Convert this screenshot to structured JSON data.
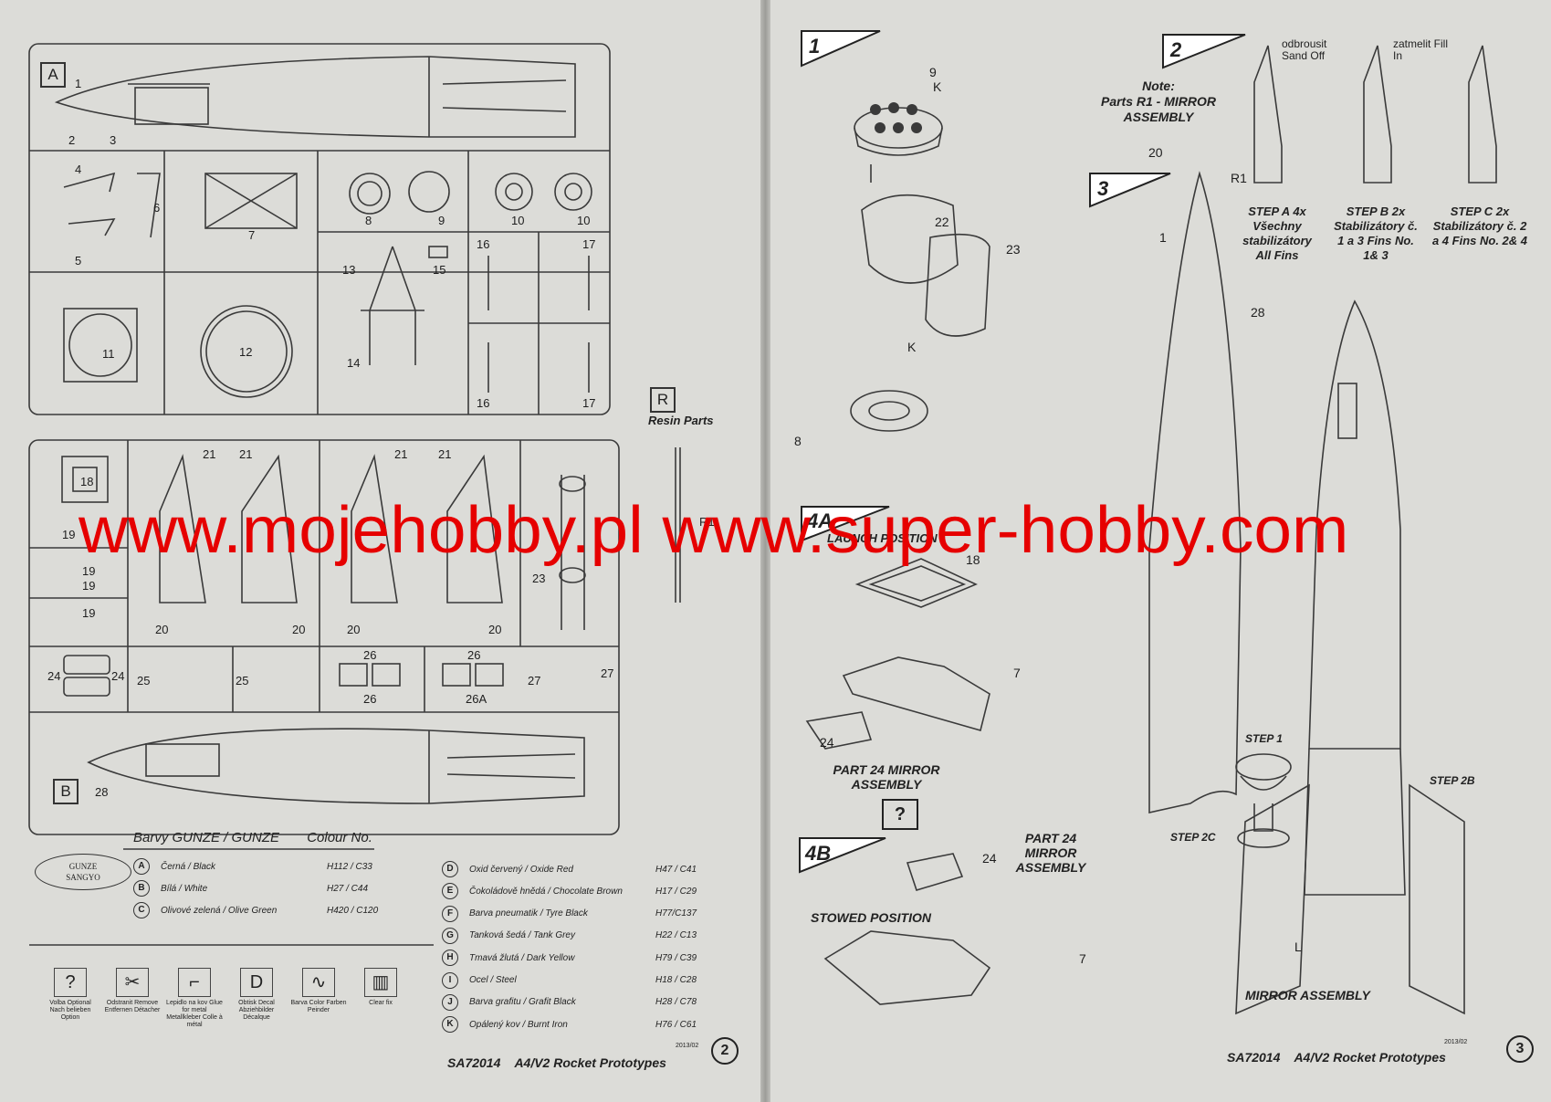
{
  "watermark": "www.mojehobby.pl www.super-hobby.com",
  "left_page": {
    "sprue_a_letter": "A",
    "sprue_b_letter": "B",
    "resin_letter": "R",
    "resin_label": "Resin Parts",
    "resin_part": "R1",
    "part_numbers": [
      "1",
      "2",
      "3",
      "4",
      "5",
      "6",
      "7",
      "8",
      "9",
      "10",
      "10",
      "11",
      "12",
      "13",
      "14",
      "15",
      "16",
      "17",
      "16",
      "17",
      "18",
      "19",
      "19",
      "19",
      "19",
      "20",
      "20",
      "20",
      "20",
      "21",
      "21",
      "21",
      "21",
      "23",
      "24",
      "24",
      "25",
      "25",
      "26",
      "26",
      "26",
      "26A",
      "27",
      "27",
      "28"
    ],
    "legend": {
      "title_brand": "Barvy GUNZE / GUNZE",
      "title_col": "Colour No.",
      "logo_text_1": "GUNZE",
      "logo_text_2": "SANGYO",
      "left_rows": [
        {
          "letter": "A",
          "name": "Černá / Black",
          "code": "H112 / C33"
        },
        {
          "letter": "B",
          "name": "Bílá / White",
          "code": "H27 / C44"
        },
        {
          "letter": "C",
          "name": "Olivové zelená / Olive Green",
          "code": "H420 / C120"
        }
      ],
      "right_rows": [
        {
          "letter": "D",
          "name": "Oxid červený / Oxide Red",
          "code": "H47 / C41"
        },
        {
          "letter": "E",
          "name": "Čokoládově hnědá / Chocolate Brown",
          "code": "H17 / C29"
        },
        {
          "letter": "F",
          "name": "Barva pneumatik / Tyre Black",
          "code": "H77/C137"
        },
        {
          "letter": "G",
          "name": "Tanková šedá / Tank Grey",
          "code": "H22 / C13"
        },
        {
          "letter": "H",
          "name": "Tmavá žlutá / Dark Yellow",
          "code": "H79 / C39"
        },
        {
          "letter": "I",
          "name": "Ocel / Steel",
          "code": "H18 / C28"
        },
        {
          "letter": "J",
          "name": "Barva grafitu / Grafit Black",
          "code": "H28 / C78"
        },
        {
          "letter": "K",
          "name": "Opálený kov / Burnt Iron",
          "code": "H76 / C61"
        }
      ]
    },
    "symbols": [
      {
        "glyph": "?",
        "text": "Volba Optional Nach belieben Option"
      },
      {
        "glyph": "✂",
        "text": "Odstranit Remove Entfernen Détacher"
      },
      {
        "glyph": "⌐",
        "text": "Lepidlo na kov Glue for metal Metallkleber Colle à métal"
      },
      {
        "glyph": "D",
        "text": "Obtisk Decal Abziehbilder Décalque"
      },
      {
        "glyph": "∿",
        "text": "Barva Color Farben Peinder"
      },
      {
        "glyph": "▥",
        "text": "Clear fix"
      }
    ],
    "footer_code": "SA72014",
    "footer_title": "A4/V2 Rocket Prototypes",
    "date": "2013/02",
    "page_number": "2"
  },
  "right_page": {
    "steps": [
      "1",
      "2",
      "3",
      "4A",
      "4B"
    ],
    "question_box": "?",
    "note_title": "Note:",
    "note_body": "Parts R1 - MIRROR ASSEMBLY",
    "sand_off": "odbrousit Sand Off",
    "fill_in": "zatmelit Fill In",
    "step_a": "STEP A 4x Všechny stabilizátory All Fins",
    "step_b": "STEP B 2x Stabilizátory č. 1 a 3 Fins No. 1& 3",
    "step_c": "STEP C 2x Stabilizátory č. 2 a 4 Fins No. 2& 4",
    "launch_position": "LAUNCH POSITION",
    "part24_mirror": "PART 24 MIRROR ASSEMBLY",
    "part24_mirror_b": "PART 24 MIRROR ASSEMBLY",
    "stowed_position": "STOWED POSITION",
    "mirror_assembly": "MIRROR ASSEMBLY",
    "step1": "STEP 1",
    "step2b": "STEP 2B",
    "step2c": "STEP 2C",
    "callouts": [
      "9",
      "K",
      "22",
      "23",
      "K",
      "8",
      "18",
      "7",
      "24",
      "24",
      "7",
      "20",
      "R1",
      "1",
      "28",
      "L"
    ],
    "footer_code": "SA72014",
    "footer_title": "A4/V2 Rocket Prototypes",
    "date": "2013/02",
    "page_number": "3"
  }
}
